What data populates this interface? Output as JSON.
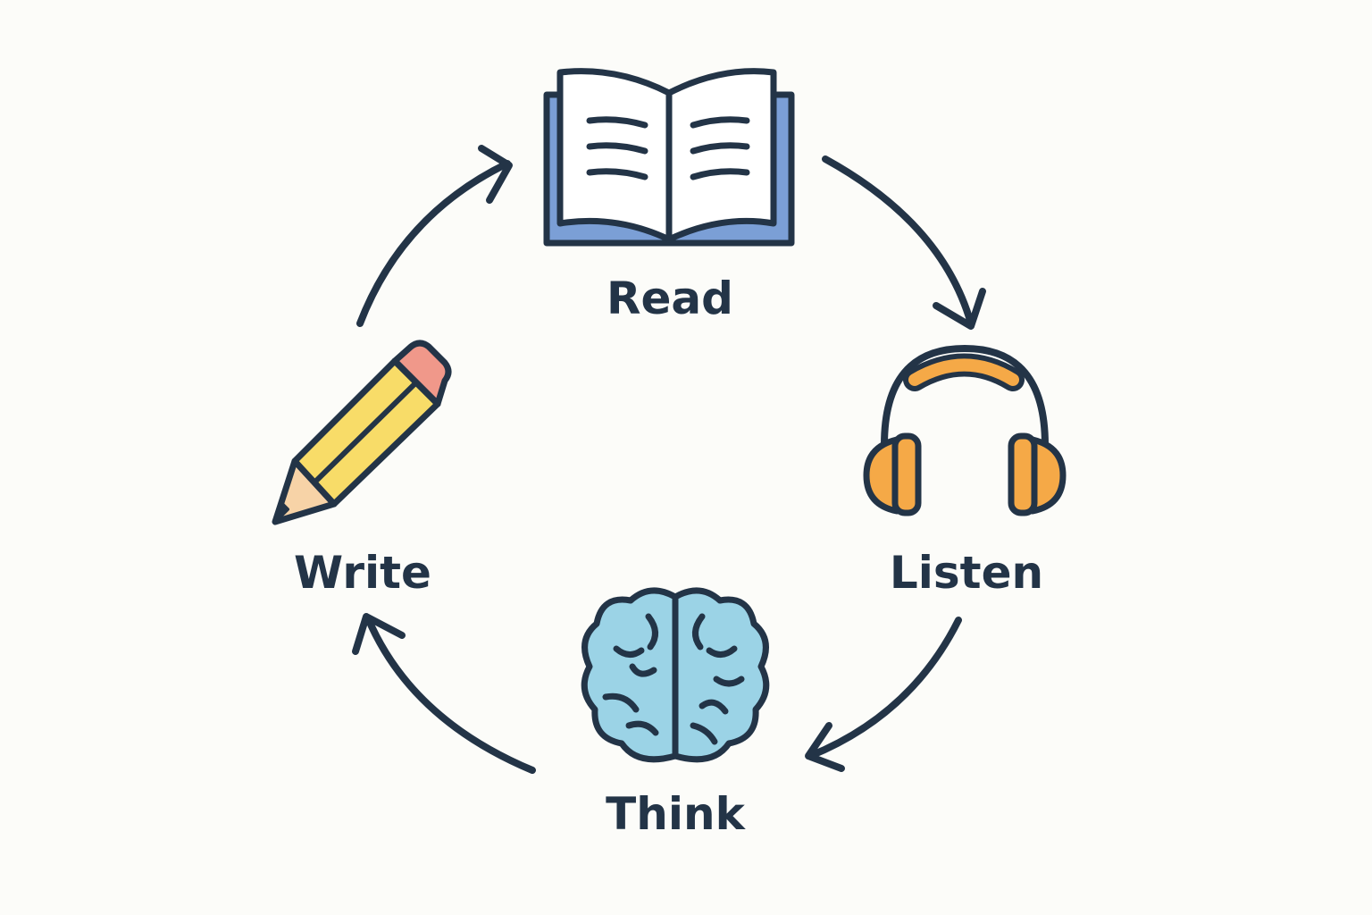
{
  "colors": {
    "background": "#fcfcf9",
    "ink": "#233447",
    "book_cover": "#7b9fd6",
    "headphones": "#f5a947",
    "brain": "#9bd3e6",
    "pencil_body": "#f8dc68",
    "pencil_eraser": "#f0988a",
    "pencil_tip": "#f7d3a7"
  },
  "steps": [
    {
      "label": "Read",
      "icon": "book-icon"
    },
    {
      "label": "Listen",
      "icon": "headphones-icon"
    },
    {
      "label": "Think",
      "icon": "brain-icon"
    },
    {
      "label": "Write",
      "icon": "pencil-icon"
    }
  ]
}
